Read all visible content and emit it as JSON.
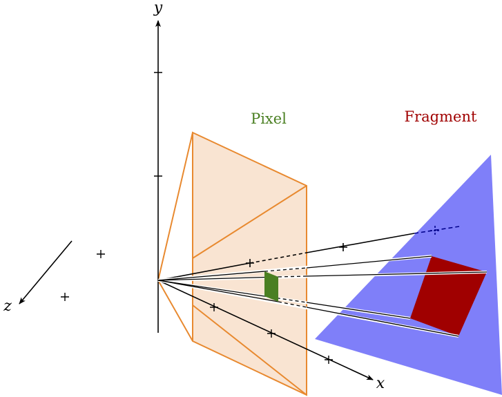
{
  "labels": {
    "pixel": "Pixel",
    "fragment": "Fragment",
    "x_axis": "x",
    "y_axis": "y",
    "z_axis": "z"
  },
  "colors": {
    "pixel": "#4a7f22",
    "fragment": "#a00000",
    "plane_fill": "#f9e4d2",
    "plane_stroke": "#e8892f",
    "triangle": "#7f7ff9"
  }
}
